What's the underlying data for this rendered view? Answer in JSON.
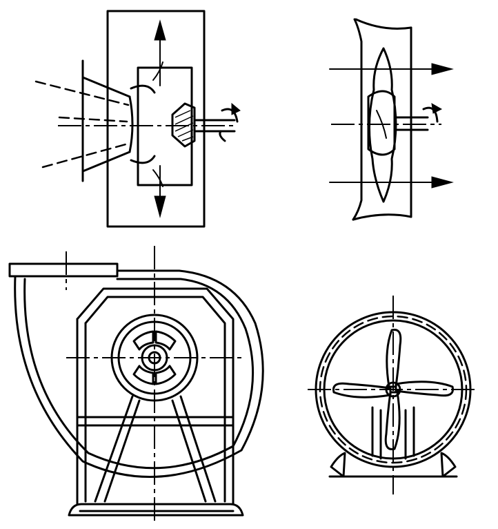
{
  "figure": {
    "panels": [
      {
        "id": "centrifugal-fan-section",
        "icon": "centrifugal-fan-section-diagram"
      },
      {
        "id": "axial-fan-section",
        "icon": "axial-fan-section-diagram"
      },
      {
        "id": "centrifugal-fan-elevation",
        "icon": "centrifugal-fan-front-view"
      },
      {
        "id": "axial-fan-elevation",
        "icon": "axial-fan-front-view"
      }
    ],
    "ink_color": "#000000",
    "background_color": "#ffffff"
  }
}
